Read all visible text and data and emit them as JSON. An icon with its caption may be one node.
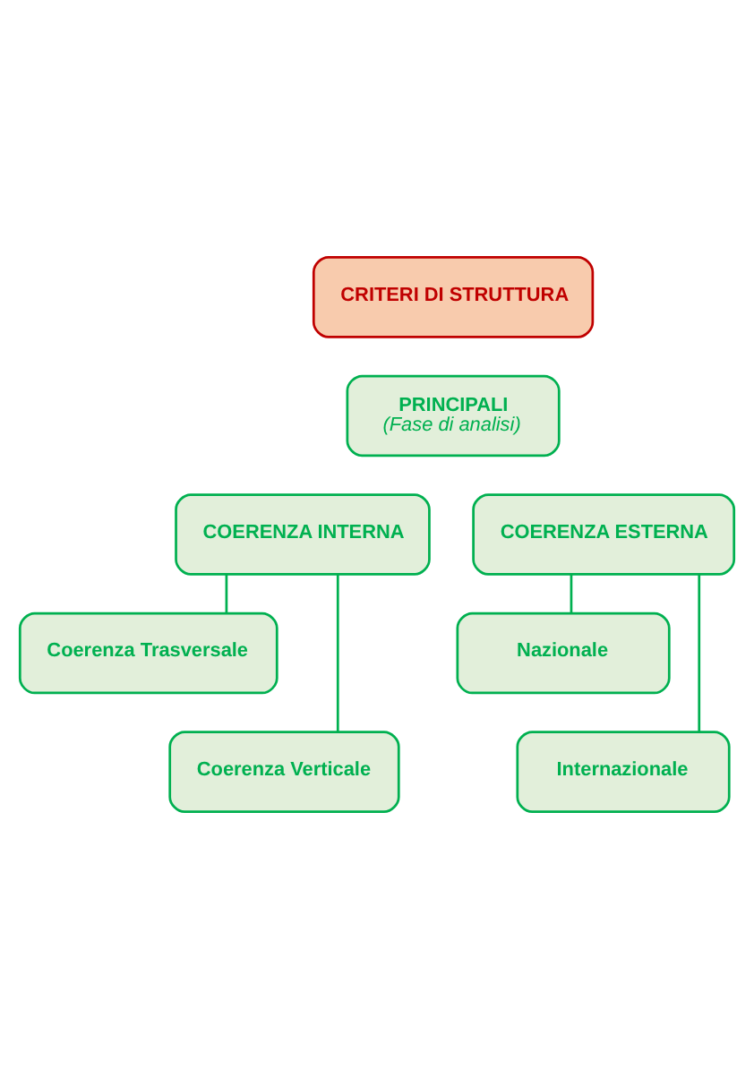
{
  "diagram": {
    "nodes": [
      {
        "text": [
          "CRITERI DI STRUTTURA"
        ]
      },
      {
        "text": [
          "PRINCIPALI",
          "(Fase di analisi)"
        ]
      },
      {
        "text": [
          "COERENZA INTERNA"
        ]
      },
      {
        "text": [
          "COERENZA ESTERNA"
        ]
      },
      {
        "text": [
          "Coerenza Trasversale"
        ]
      },
      {
        "text": [
          "Coerenza Verticale"
        ]
      },
      {
        "text": [
          "Nazionale"
        ]
      },
      {
        "text": [
          "Internazionale"
        ]
      }
    ],
    "edges": [
      {
        "from": 2,
        "to": 4,
        "arrow": "none"
      },
      {
        "from": 2,
        "to": 5,
        "arrow": "none"
      },
      {
        "from": 3,
        "to": 6,
        "arrow": "none"
      },
      {
        "from": 3,
        "to": 7,
        "arrow": "none"
      }
    ]
  }
}
